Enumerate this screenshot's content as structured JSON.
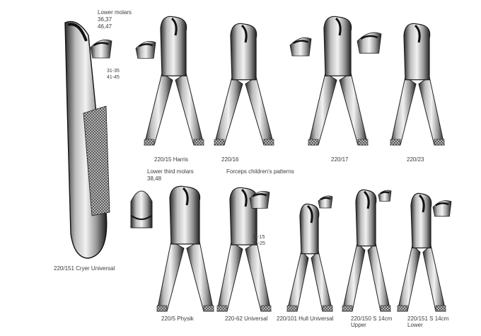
{
  "headings": {
    "lower_molars": "Lower molars",
    "lower_molars_teeth_1": "36,37",
    "lower_molars_teeth_2": "46,47",
    "incisors_1": "31-35",
    "incisors_2": "41-45",
    "lower_third_molars": "Lower third molars",
    "lower_third_molars_teeth": "38,48",
    "children": "Forceps children's patterns",
    "children_teeth_1": "11-15",
    "children_teeth_2": "21-25"
  },
  "products": [
    {
      "label": "220/151 Cryer Universal"
    },
    {
      "label": "220/15 Harris"
    },
    {
      "label": "220/16"
    },
    {
      "label": "220/17"
    },
    {
      "label": "220/23"
    },
    {
      "label": "220/5 Physik"
    },
    {
      "label": "220-62 Universal"
    },
    {
      "label": "220/101 Hull Universal"
    },
    {
      "label": "220/150 S 14cm",
      "sublabel": "Upper"
    },
    {
      "label": "220/151 S 14cm",
      "sublabel": "Lower"
    }
  ]
}
